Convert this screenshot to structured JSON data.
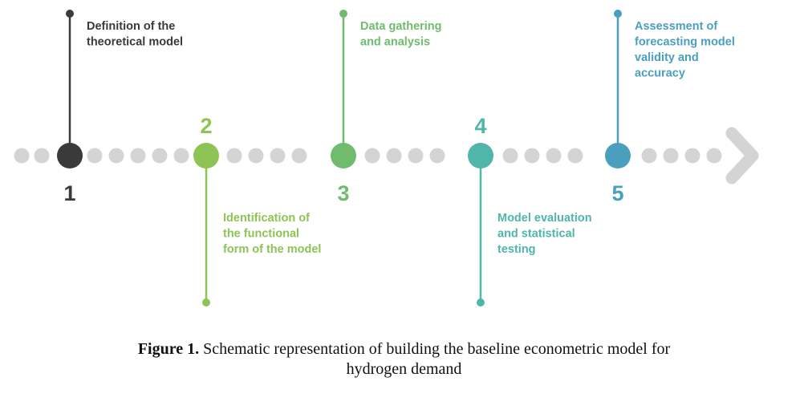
{
  "colors": {
    "dot": "#d4d4d4",
    "arrow": "#d4d4d4",
    "step1": "#3a3a3a",
    "step2": "#8dc454",
    "step3": "#70bb6e",
    "step4": "#4fb6a9",
    "step5": "#4a9fbf"
  },
  "steps": [
    {
      "number": "1",
      "lines": [
        "Definition of the",
        "theoretical model"
      ],
      "color_key": "step1",
      "side": "top"
    },
    {
      "number": "2",
      "lines": [
        "Identification of",
        "the functional",
        "form of the model"
      ],
      "color_key": "step2",
      "side": "bottom"
    },
    {
      "number": "3",
      "lines": [
        "Data gathering",
        "and analysis"
      ],
      "color_key": "step3",
      "side": "top"
    },
    {
      "number": "4",
      "lines": [
        "Model evaluation",
        "and statistical",
        "testing"
      ],
      "color_key": "step4",
      "side": "bottom"
    },
    {
      "number": "5",
      "lines": [
        "Assessment of",
        "forecasting model",
        "validity and",
        "accuracy"
      ],
      "color_key": "step5",
      "side": "top"
    }
  ],
  "caption": {
    "label": "Figure 1.",
    "line1": " Schematic representation of building the baseline econometric model for",
    "line2": "hydrogen demand"
  }
}
